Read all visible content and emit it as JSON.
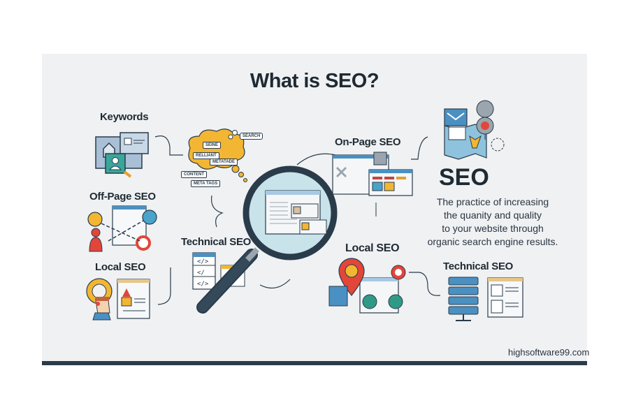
{
  "title": "What is SEO?",
  "sections": {
    "keywords": {
      "label": "Keywords",
      "icon": "keyword-research-icon"
    },
    "off_page_left": {
      "label": "Off-Page SEO",
      "icon": "backlinks-icon"
    },
    "local_left": {
      "label": "Local SEO",
      "icon": "local-business-icon"
    },
    "technical_center": {
      "label": "Technical SEO",
      "icon": "code-icon"
    },
    "on_page": {
      "label": "On-Page SEO",
      "icon": "webpage-layout-icon"
    },
    "local_right": {
      "label": "Local SEO",
      "icon": "map-pin-social-icon"
    },
    "technical_right": {
      "label": "Technical SEO",
      "icon": "server-rack-icon"
    }
  },
  "thought_bubble": {
    "tags": [
      "SEINE",
      "RELLIANT",
      "METATADE",
      "SEARCH",
      "CONTENT",
      "META TAGS"
    ]
  },
  "definition": {
    "heading": "SEO",
    "text_lines": [
      "The practice of increasing",
      "the quanity and quality",
      "to your website through",
      "organic search engine results."
    ]
  },
  "footer": {
    "watermark": "highsoftware99.com"
  },
  "colors": {
    "background": "#eff1f3",
    "bar": "#2a3b4a",
    "accent_blue": "#4a90c2",
    "accent_yellow": "#f2b632",
    "accent_red": "#e2463a",
    "accent_teal": "#2f9a86",
    "text": "#1f2a33"
  }
}
